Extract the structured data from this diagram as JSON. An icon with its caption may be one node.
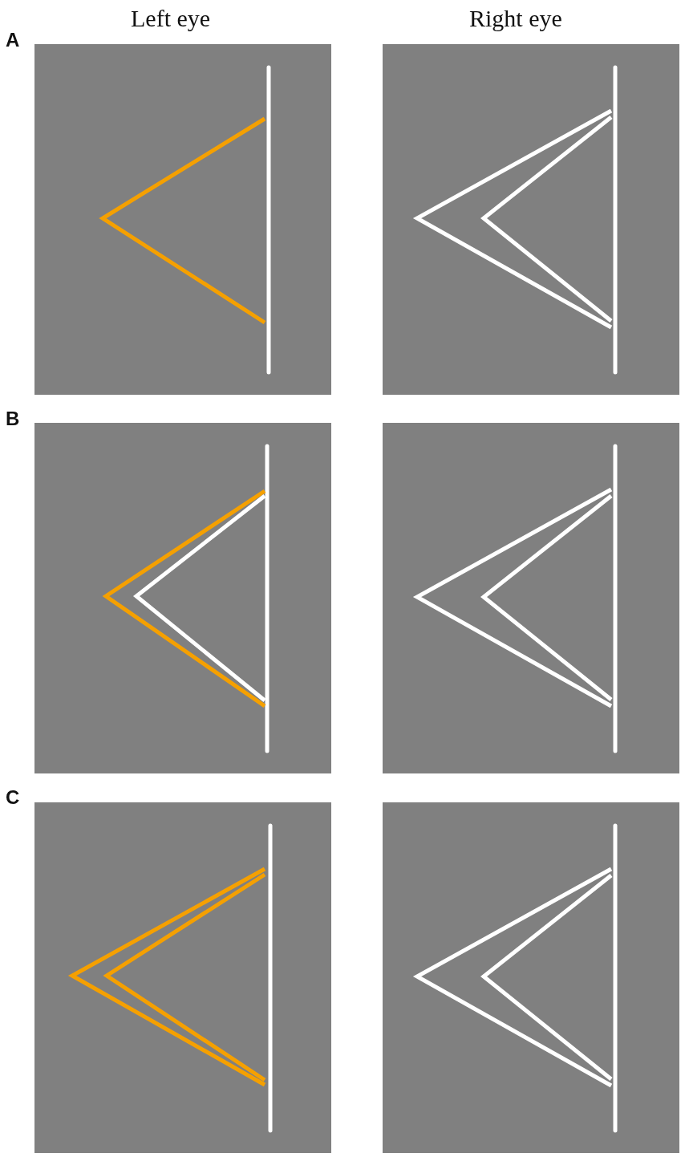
{
  "diagram": {
    "labels": [
      "Left eye",
      "Right eye",
      "A",
      "B",
      "C"
    ]
  }
}
